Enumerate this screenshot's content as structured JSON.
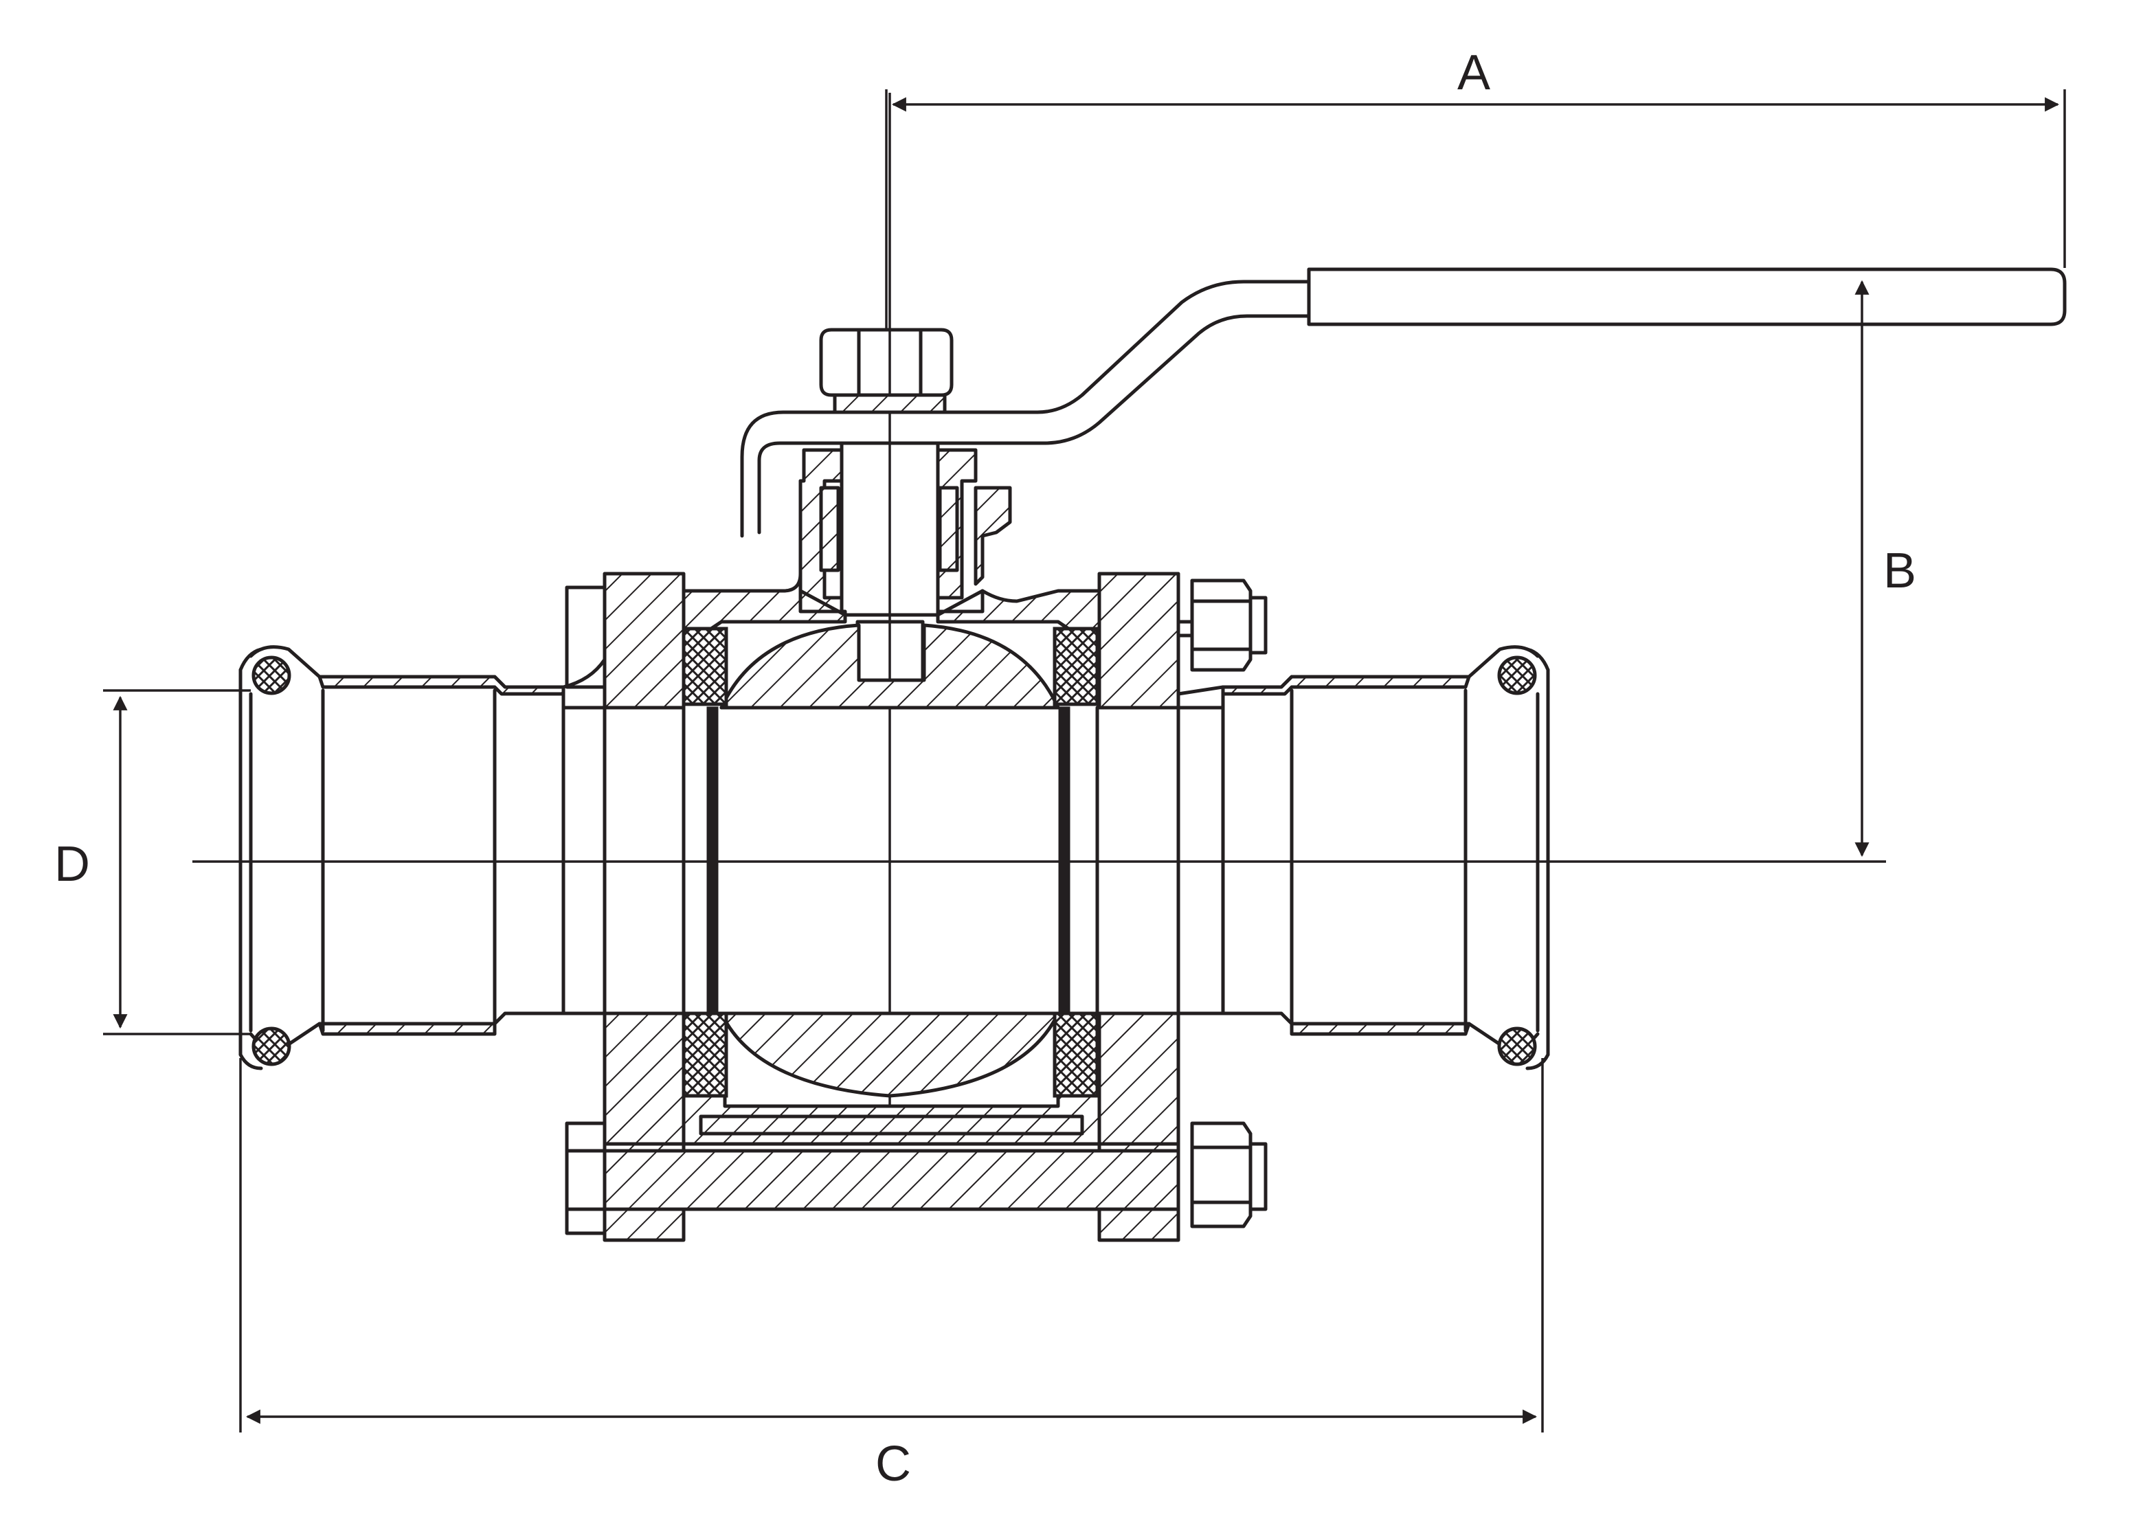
{
  "dimensions": {
    "a_label": "A",
    "b_label": "B",
    "c_label": "C",
    "d_label": "D"
  },
  "colors": {
    "line": "#231f20",
    "background": "#ffffff"
  }
}
